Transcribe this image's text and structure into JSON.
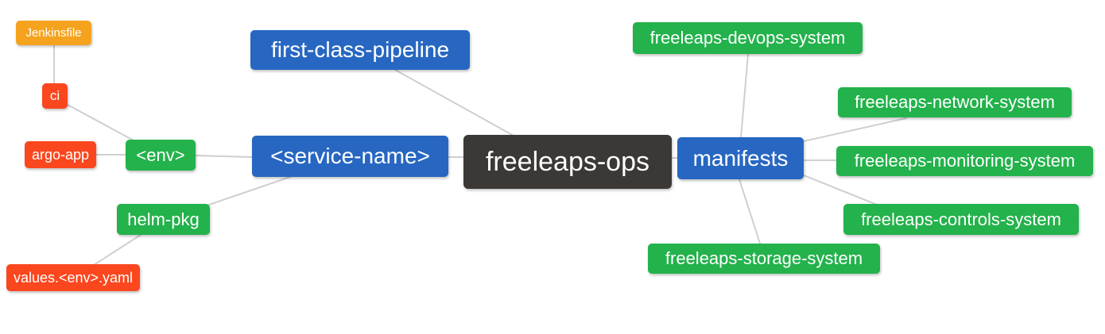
{
  "diagram": {
    "type": "mindmap",
    "root_label": "freeleaps-ops"
  },
  "nodes": {
    "root": {
      "label": "freeleaps-ops"
    },
    "first_class_pipeline": {
      "label": "first-class-pipeline"
    },
    "service_name": {
      "label": "<service-name>"
    },
    "env": {
      "label": "<env>"
    },
    "ci": {
      "label": "ci"
    },
    "jenkinsfile": {
      "label": "Jenkinsfile"
    },
    "argo_app": {
      "label": "argo-app"
    },
    "helm_pkg": {
      "label": "helm-pkg"
    },
    "values_env_yaml": {
      "label": "values.<env>.yaml"
    },
    "manifests": {
      "label": "manifests"
    },
    "devops_system": {
      "label": "freeleaps-devops-system"
    },
    "network_system": {
      "label": "freeleaps-network-system"
    },
    "monitoring_system": {
      "label": "freeleaps-monitoring-system"
    },
    "controls_system": {
      "label": "freeleaps-controls-system"
    },
    "storage_system": {
      "label": "freeleaps-storage-system"
    }
  },
  "edges": [
    {
      "from": "Jenkinsfile",
      "to": "ci"
    },
    {
      "from": "ci",
      "to": "<env>"
    },
    {
      "from": "argo-app",
      "to": "<env>"
    },
    {
      "from": "<env>",
      "to": "<service-name>"
    },
    {
      "from": "helm-pkg",
      "to": "<service-name>"
    },
    {
      "from": "helm-pkg",
      "to": "values.<env>.yaml"
    },
    {
      "from": "first-class-pipeline",
      "to": "freeleaps-ops"
    },
    {
      "from": "<service-name>",
      "to": "freeleaps-ops"
    },
    {
      "from": "freeleaps-ops",
      "to": "manifests"
    },
    {
      "from": "manifests",
      "to": "freeleaps-devops-system"
    },
    {
      "from": "manifests",
      "to": "freeleaps-network-system"
    },
    {
      "from": "manifests",
      "to": "freeleaps-monitoring-system"
    },
    {
      "from": "manifests",
      "to": "freeleaps-controls-system"
    },
    {
      "from": "manifests",
      "to": "freeleaps-storage-system"
    }
  ],
  "colors": {
    "root_bg": "#3b3836",
    "branch_blue": "#2767c2",
    "leaf_green": "#23b24b",
    "leaf_red": "#fb471e",
    "leaf_amber": "#f5a31f",
    "connector": "#cfcfcf",
    "text": "#ffffff",
    "background": "#ffffff"
  }
}
